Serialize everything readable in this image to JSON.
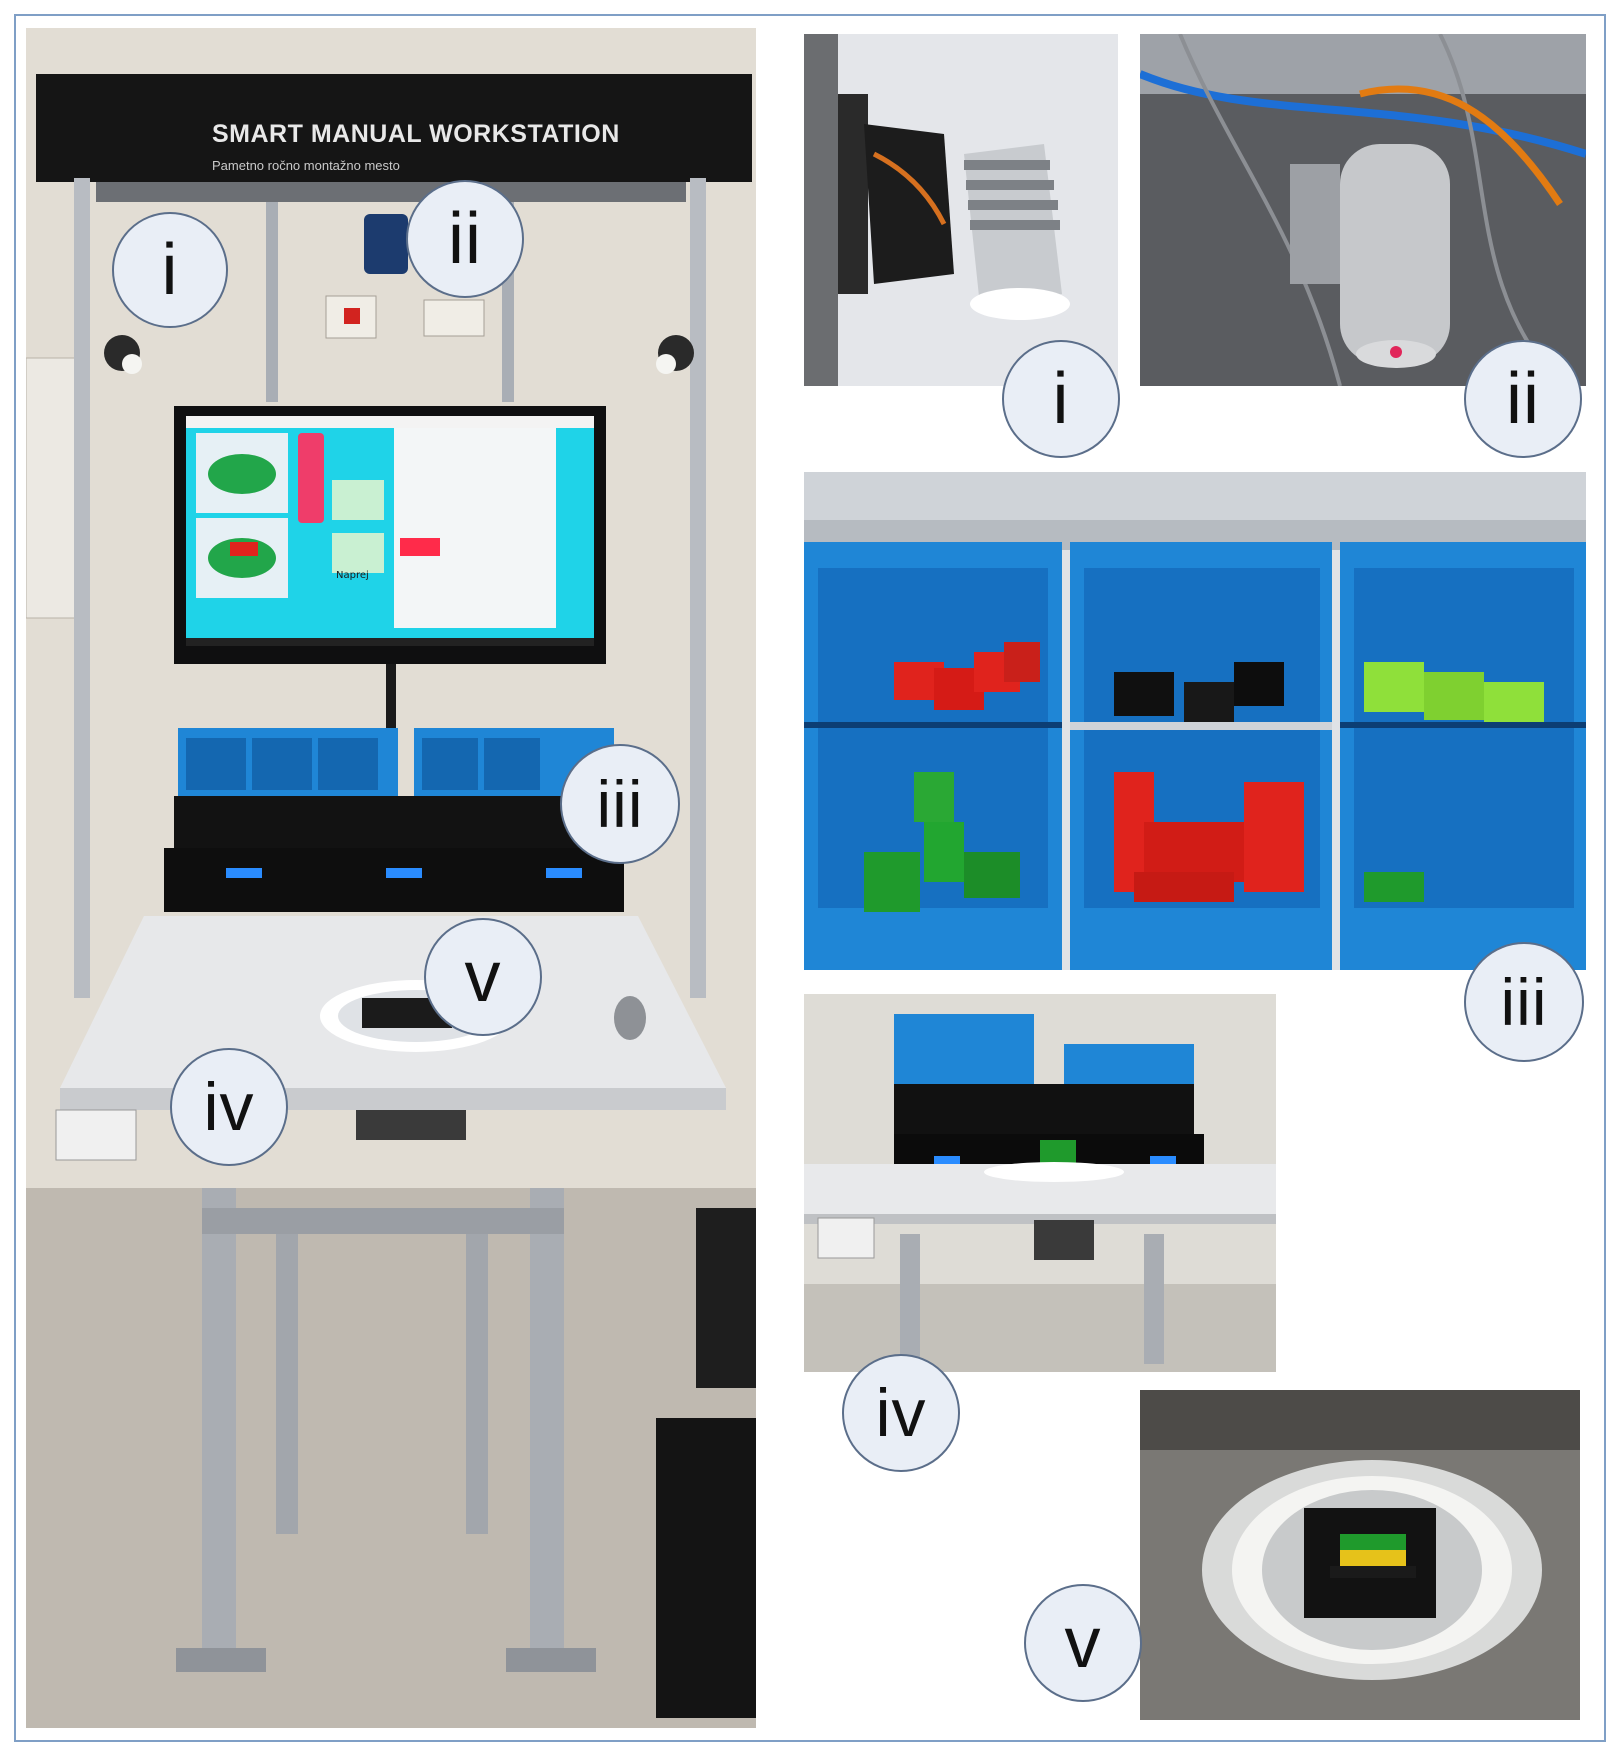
{
  "sign": {
    "title": "SMART MANUAL WORKSTATION",
    "subtitle": "Pametno ročno montažno mesto"
  },
  "screen": {
    "buttons": [
      "Naprej"
    ]
  },
  "labels": {
    "main_i": "i",
    "main_ii": "ii",
    "main_iii": "iii",
    "main_iv": "iv",
    "main_v": "v",
    "detail_i": "i",
    "detail_ii": "ii",
    "detail_iii": "iii",
    "detail_iv": "iv",
    "detail_v": "v"
  },
  "colors": {
    "bin_blue": "#1f86d6",
    "lego_red": "#e0231d",
    "lego_green": "#1f9a2c",
    "lego_lime": "#8fe03a",
    "screen_cyan": "#1fd3e8",
    "badge_fill": "#e9eef6"
  }
}
